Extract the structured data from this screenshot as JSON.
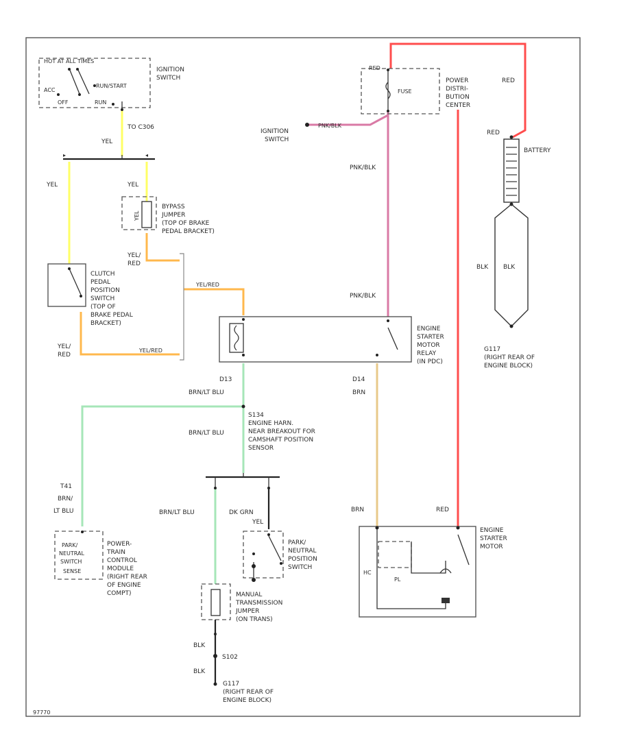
{
  "colors": {
    "yel": "#ffff66",
    "red": "#ff4d4d",
    "pnk": "#d97aa5",
    "org": "#ffb84d",
    "grn": "#a6e6b8",
    "brn": "#e8c98a"
  },
  "labels": {
    "ign_hot": "HOT AT ALL TIMES",
    "ign_run_start": "RUN/START",
    "ign_acc": "ACC",
    "ign_off": "OFF",
    "ign_run": "RUN",
    "ign_name1": "IGNITION",
    "ign_name2": "SWITCH",
    "to_c306": "TO C306",
    "yel_main": "YEL",
    "yel_left": "YEL",
    "yel_right": "YEL",
    "yel_jumper": "YEL",
    "bypass1": "BYPASS",
    "bypass2": "JUMPER",
    "bypass3": "(TOP OF BRAKE",
    "bypass4": "PEDAL BRACKET)",
    "yelred_a": "YEL/",
    "yelred_b": "RED",
    "yelred_c": "YEL/",
    "yelred_d": "RED",
    "yelred_h1": "YEL/RED",
    "yelred_h2": "YEL/RED",
    "clutch1": "CLUTCH",
    "clutch2": "PEDAL",
    "clutch3": "POSITION",
    "clutch4": "SWITCH",
    "clutch5": "(TOP OF",
    "clutch6": "BRAKE PEDAL",
    "clutch7": "BRACKET)",
    "pdc_red": "RED",
    "pdc_fuse": "FUSE",
    "pdc_a": "POWER",
    "pdc_b": "DISTRI-",
    "pdc_c": "BUTION",
    "pdc_d": "CENTER",
    "ign_sw2a": "IGNITION",
    "ign_sw2b": "SWITCH",
    "pnk_blk_h": "PNK/BLK",
    "pnk_blk_1": "PNK/BLK",
    "pnk_blk_2": "PNK/BLK",
    "red_top": "RED",
    "red_bat": "RED",
    "battery": "BATTERY",
    "blk_a": "BLK",
    "blk_b": "BLK",
    "g117a": "G117",
    "g117b": "(RIGHT REAR OF",
    "g117c": "ENGINE BLOCK)",
    "relay1": "ENGINE",
    "relay2": "STARTER",
    "relay3": "MOTOR",
    "relay4": "RELAY",
    "relay5": "(IN PDC)",
    "d13": "D13",
    "brn_lt_blu_1": "BRN/LT BLU",
    "d14": "D14",
    "brn_1": "BRN",
    "s134a": "S134",
    "s134b": "ENGINE HARN.",
    "s134c": "NEAR BREAKOUT FOR",
    "s134d": "CAMSHAFT POSITION",
    "s134e": "SENSOR",
    "brn_lt_blu_2": "BRN/LT BLU",
    "t41": "T41",
    "brn_a": "BRN/",
    "lt_blu": "LT BLU",
    "brn_lt_blu_3": "BRN/LT BLU",
    "dk_grn": "DK GRN",
    "yel_pn": "YEL",
    "pcm1": "PARK/",
    "pcm2": "NEUTRAL",
    "pcm3": "SWITCH",
    "pcm4": "SENSE",
    "pcm5": "POWER-",
    "pcm6": "TRAIN",
    "pcm7": "CONTROL",
    "pcm8": "MODULE",
    "pcm9": "(RIGHT REAR",
    "pcm10": "OF ENGINE",
    "pcm11": "COMPT)",
    "pn1": "PARK/",
    "pn2": "NEUTRAL",
    "pn3": "POSITION",
    "pn4": "SWITCH",
    "man1": "MANUAL",
    "man2": "TRANSMISSION",
    "man3": "JUMPER",
    "man4": "(ON TRANS)",
    "blk_c": "BLK",
    "s102": "S102",
    "blk_d": "BLK",
    "g117d": "G117",
    "g117e": "(RIGHT REAR OF",
    "g117f": "ENGINE BLOCK)",
    "brn_2": "BRN",
    "red_sm": "RED",
    "sm1": "ENGINE",
    "sm2": "STARTER",
    "sm3": "MOTOR",
    "sm_hc": "HC",
    "sm_pl": "PL",
    "code": "97770"
  }
}
